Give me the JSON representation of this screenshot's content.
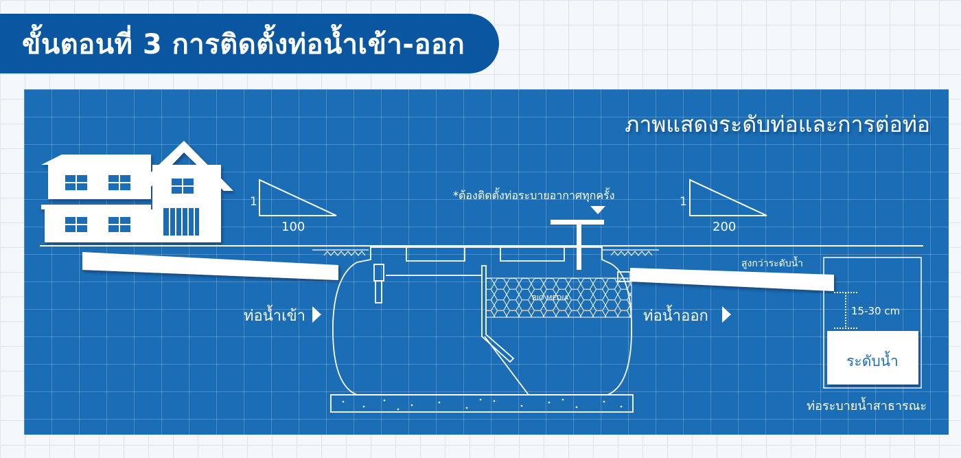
{
  "title": "ขั้นตอนที่ 3 การติดตั้งท่อน้ำเข้า-ออก",
  "diagram": {
    "heading": "ภาพแสดงระดับท่อและการต่อท่อ",
    "slope_inlet": {
      "rise": "1",
      "run": "100"
    },
    "slope_outlet": {
      "rise": "1",
      "run": "200"
    },
    "vent_note": "*ต้องติดตั้งท่อระบายอากาศทุกครั้ง",
    "inlet_label": "ท่อน้ำเข้า",
    "outlet_label": "ท่อน้ำออก",
    "bio_media": "BIO MEDIA",
    "above_water": "สูงกว่าระดับน้ำ",
    "height_range": "15-30 cm",
    "water_level": "ระดับน้ำ",
    "public_drain": "ท่อระบายน้ำสาธารณะ"
  },
  "colors": {
    "banner": "#0b56a0",
    "panel": "#1b6db6",
    "line": "#ffffff"
  }
}
